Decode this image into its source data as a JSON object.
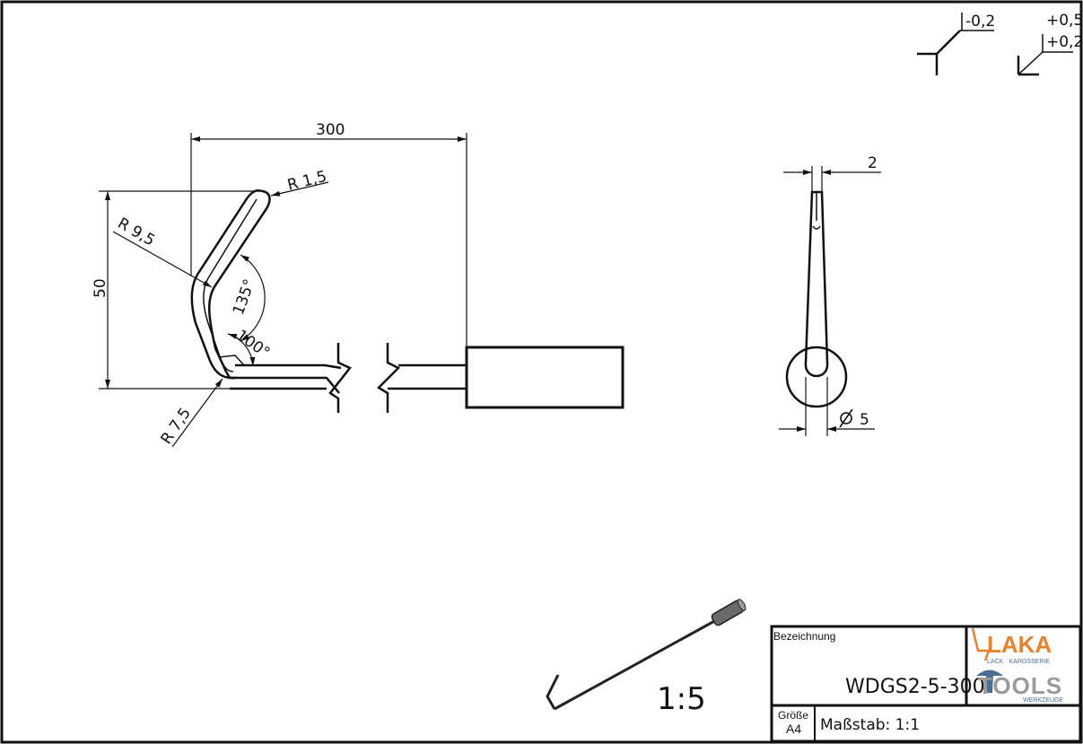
{
  "tolerances": {
    "fillet_minus": "-0,2",
    "chamfer_plus_upper": "+0,5",
    "chamfer_plus_lower": "+0,2"
  },
  "dimensions": {
    "length": "300",
    "height": "50",
    "tip_radius": "R 1,5",
    "bend_radius_outer": "R 9,5",
    "bend_radius_inner": "R 7,5",
    "angle_upper": "135°",
    "angle_lower": "100°",
    "thickness": "2",
    "handle_diameter": "5"
  },
  "isometric": {
    "scale_label": "1:5"
  },
  "title_block": {
    "designation_label": "Bezeichnung",
    "part_number": "WDGS2-5-300",
    "size_label": "Größe",
    "size_value": "A4",
    "scale_text": "Maßstab: 1:1",
    "logo_top": "LAKA",
    "logo_top_sub": "LACK · KAROSSERIE",
    "logo_bottom": "TOOLS",
    "logo_bottom_sub": "WERKZEUGE"
  },
  "colors": {
    "line": "#111111",
    "logo_orange": "#e8822b",
    "logo_blue": "#4a6f93",
    "logo_gray": "#9a9a9a"
  }
}
